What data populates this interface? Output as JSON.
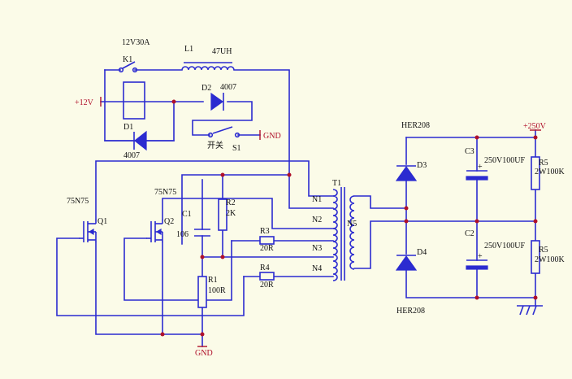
{
  "labels": {
    "relay_rating": "12V30A",
    "k1": "K1",
    "l1": "L1",
    "l1_value": "47UH",
    "d2": "D2",
    "d2_value": "4007",
    "d1": "D1",
    "d1_value": "4007",
    "plus12v": "+12V",
    "gnd_switch": "GND",
    "switch_cn": "开关",
    "s1": "S1",
    "her208_top": "HER208",
    "her208_bottom": "HER208",
    "d3": "D3",
    "d4": "D4",
    "plus250v": "+250V",
    "c3": "C3",
    "c3_value": "250V100UF",
    "c2": "C2",
    "c2_value": "250V100UF",
    "r5_top": "R5",
    "r5_top_value": "2W100K",
    "r5_bottom": "R5",
    "r5_bottom_value": "2W100K",
    "q1_model": "75N75",
    "q1": "Q1",
    "q2_model": "75N75",
    "q2": "Q2",
    "c1": "C1",
    "c1_value": "106",
    "r2": "R2",
    "r2_value": "2K",
    "r3": "R3",
    "r3_value": "20R",
    "r4": "R4",
    "r4_value": "20R",
    "r1": "R1",
    "r1_value": "100R",
    "t1": "T1",
    "n1": "N1",
    "n2": "N2",
    "n3": "N3",
    "n4": "N4",
    "n5": "N5",
    "gnd_bottom": "GND",
    "plus_c3": "+",
    "plus_c2": "+"
  },
  "colors": {
    "wire": "#2b2bd0",
    "junction": "#b0102a",
    "text": "#111111",
    "background": "#fbfbe8"
  }
}
